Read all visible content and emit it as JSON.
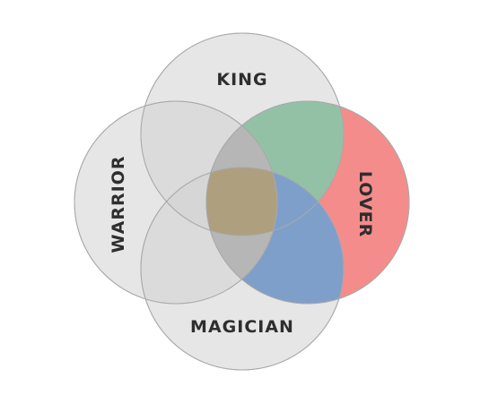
{
  "diagram": {
    "type": "venn",
    "sets": [
      {
        "id": "king",
        "label": "KING"
      },
      {
        "id": "warrior",
        "label": "WARRIOR"
      },
      {
        "id": "lover",
        "label": "LOVER"
      },
      {
        "id": "magician",
        "label": "MAGICIAN"
      }
    ],
    "highlighted_regions": [
      {
        "sets": [
          "king",
          "lover"
        ],
        "color": "#93c1a6"
      },
      {
        "sets": [
          "lover"
        ],
        "color": "#f48c8c"
      },
      {
        "sets": [
          "lover",
          "magician"
        ],
        "color": "#7f9fcb"
      },
      {
        "sets": [
          "king",
          "warrior",
          "lover",
          "magician"
        ],
        "color": "#ae9f7f"
      }
    ],
    "colors": {
      "base_fill": "#dcdcdc",
      "outline": "#b8b8b8",
      "label_text": "#2e2e2e"
    }
  }
}
